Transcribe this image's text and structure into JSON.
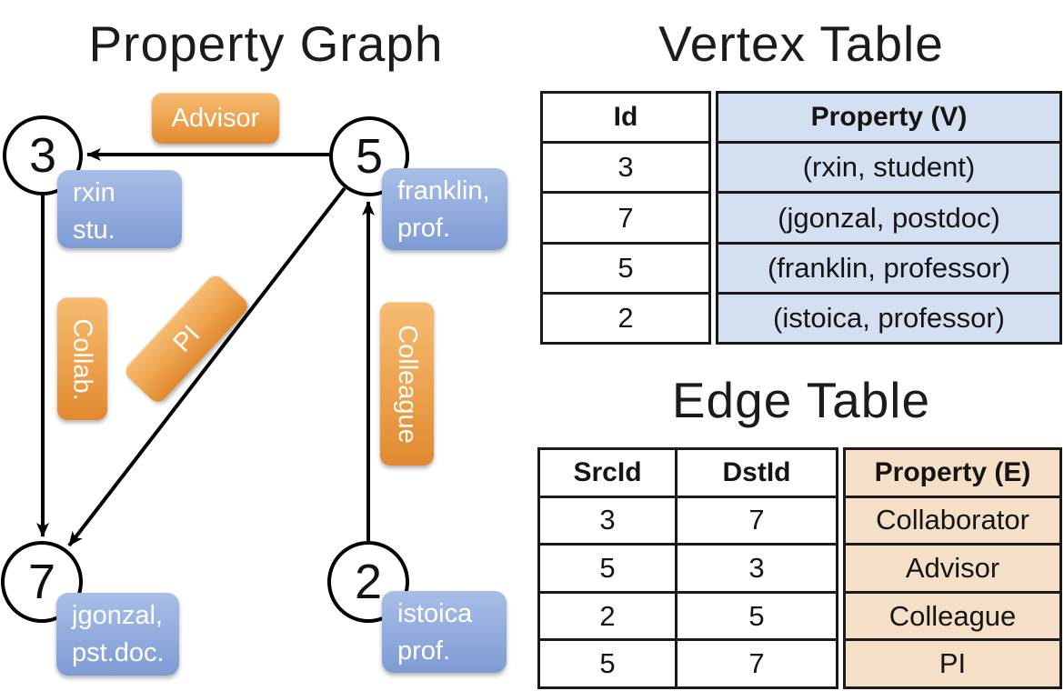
{
  "colors": {
    "orange_label_top": "#f6bc72",
    "orange_label_bottom": "#e0892f",
    "blue_label_top": "#a8bee7",
    "blue_label_bottom": "#7e9bd4",
    "vertex_cell_bg": "#d4dff2",
    "edge_cell_bg": "#f6dfc7",
    "edge_line": "#000000",
    "label_text": "#ffffff"
  },
  "graph": {
    "title": "Property Graph",
    "nodes": [
      {
        "id": "3"
      },
      {
        "id": "5"
      },
      {
        "id": "7"
      },
      {
        "id": "2"
      }
    ],
    "vertex_properties": [
      {
        "node": "3",
        "line1": "rxin",
        "line2": "stu."
      },
      {
        "node": "5",
        "line1": "franklin,",
        "line2": "prof."
      },
      {
        "node": "7",
        "line1": "jgonzal,",
        "line2": "pst.doc."
      },
      {
        "node": "2",
        "line1": "istoica",
        "line2": "prof."
      }
    ],
    "edge_labels": [
      {
        "edge": "5->3",
        "text": "Advisor"
      },
      {
        "edge": "3->7",
        "text": "Collab."
      },
      {
        "edge": "5->7",
        "text": "PI"
      },
      {
        "edge": "2->5",
        "text": "Colleague"
      }
    ]
  },
  "vertex_table": {
    "title": "Vertex Table",
    "columns": [
      "Id",
      "Property (V)"
    ],
    "rows": [
      [
        "3",
        "(rxin, student)"
      ],
      [
        "7",
        "(jgonzal, postdoc)"
      ],
      [
        "5",
        "(franklin, professor)"
      ],
      [
        "2",
        "(istoica, professor)"
      ]
    ]
  },
  "edge_table": {
    "title": "Edge Table",
    "columns": [
      "SrcId",
      "DstId",
      "Property (E)"
    ],
    "rows": [
      [
        "3",
        "7",
        "Collaborator"
      ],
      [
        "5",
        "3",
        "Advisor"
      ],
      [
        "2",
        "5",
        "Colleague"
      ],
      [
        "5",
        "7",
        "PI"
      ]
    ]
  }
}
